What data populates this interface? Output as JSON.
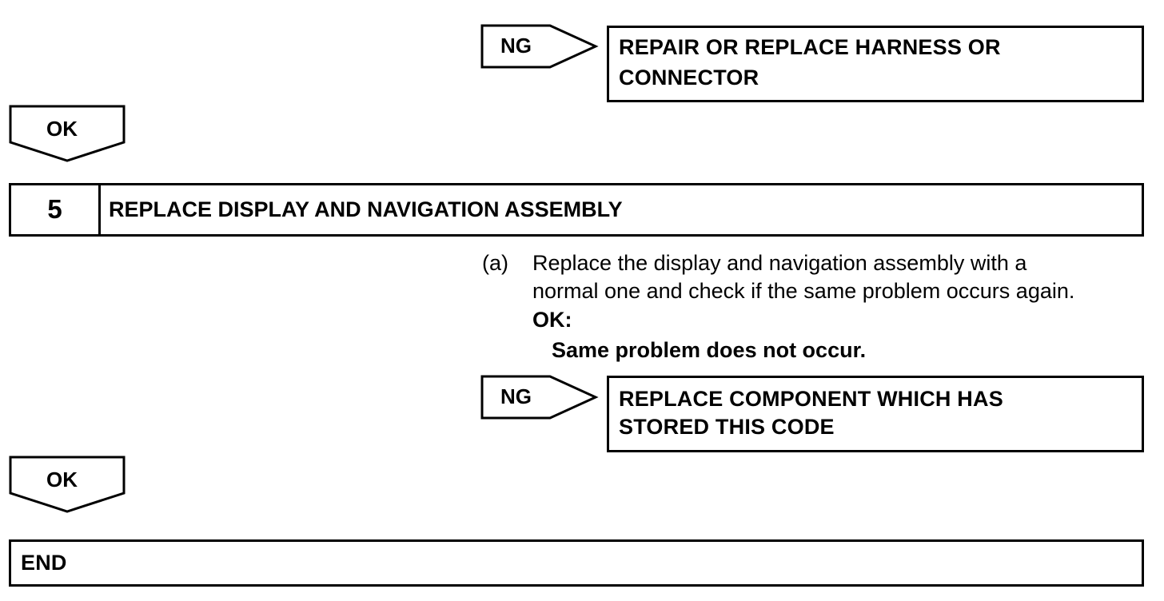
{
  "flow1": {
    "ng_label": "NG",
    "ng_result_line1": "REPAIR OR REPLACE HARNESS OR",
    "ng_result_line2": "CONNECTOR",
    "ok_label": "OK"
  },
  "step5": {
    "number": "5",
    "title": "REPLACE DISPLAY AND NAVIGATION ASSEMBLY",
    "instruction": {
      "marker": "(a)",
      "line1": "Replace the display and navigation assembly with a",
      "line2": "normal one and check if the same problem occurs again.",
      "ok_heading": "OK:",
      "ok_condition": "Same problem does not occur."
    }
  },
  "flow2": {
    "ng_label": "NG",
    "ng_result_line1": "REPLACE COMPONENT WHICH HAS",
    "ng_result_line2": "STORED THIS CODE",
    "ok_label": "OK"
  },
  "end": {
    "label": "END"
  }
}
